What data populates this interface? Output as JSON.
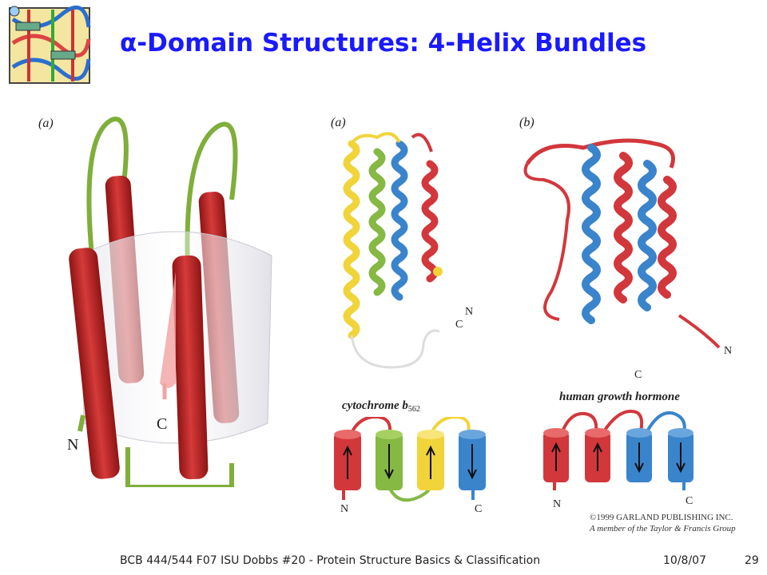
{
  "slide": {
    "title": "α-Domain Structures: 4-Helix Bundles",
    "panel_labels": {
      "left_a": "(a)",
      "middle_a": "(a)",
      "right_b": "(b)"
    },
    "left_figure": {
      "n_label": "N",
      "c_label": "C"
    },
    "middle_figure": {
      "n_label": "N",
      "c_label": "C",
      "caption": "cytochrome b",
      "caption_sub": "562",
      "topo_n": "N",
      "topo_c": "C"
    },
    "right_figure": {
      "n_label": "N",
      "c_label": "C",
      "caption": "human growth hormone",
      "topo_n": "N",
      "topo_c": "C"
    },
    "copyright": {
      "line1": "©1999 GARLAND PUBLISHING INC.",
      "line2": "A member of the Taylor & Francis Group"
    },
    "footer": {
      "course": "BCB 444/544 F07 ISU Dobbs #20 - Protein Structure Basics & Classification",
      "date": "10/8/07",
      "page": "29"
    },
    "colors": {
      "title": "#1a1aff",
      "helix_red": "#d2373c",
      "helix_blue": "#3a84cc",
      "helix_green": "#86b844",
      "helix_yellow": "#f0d43a",
      "loop_green": "#8ab84a"
    }
  }
}
